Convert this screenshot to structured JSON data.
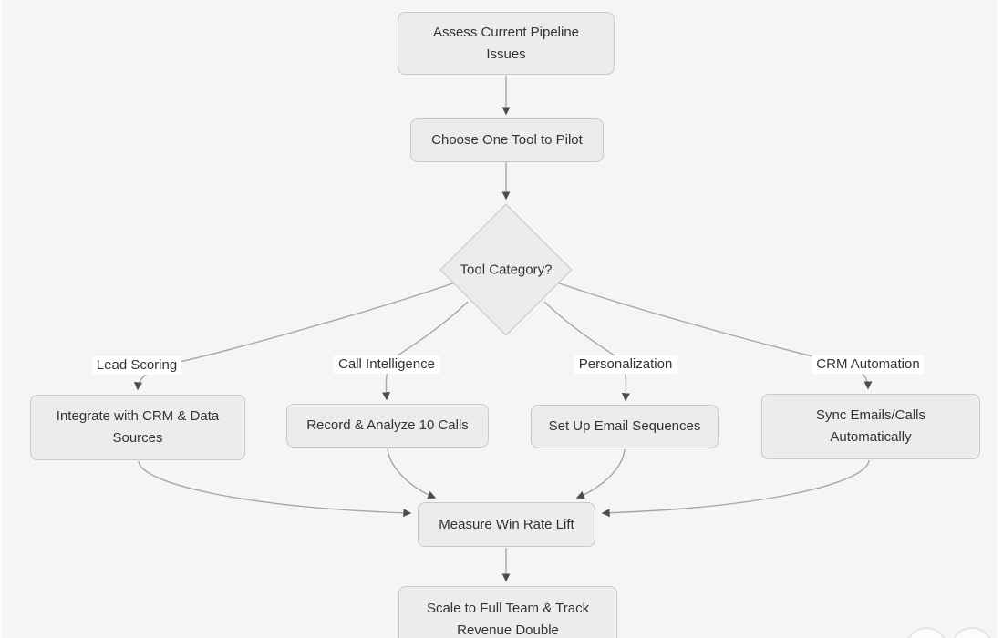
{
  "diagram": {
    "type": "flowchart",
    "direction": "top-down",
    "nodes": {
      "assess": {
        "label": "Assess Current Pipeline Issues",
        "shape": "rounded-rect"
      },
      "choose": {
        "label": "Choose One Tool to Pilot",
        "shape": "rounded-rect"
      },
      "decision": {
        "label": "Tool Category?",
        "shape": "diamond"
      },
      "integrate": {
        "label": "Integrate with CRM & Data Sources",
        "shape": "rounded-rect"
      },
      "record": {
        "label": "Record & Analyze 10 Calls",
        "shape": "rounded-rect"
      },
      "sequences": {
        "label": "Set Up Email Sequences",
        "shape": "rounded-rect"
      },
      "sync": {
        "label": "Sync Emails/Calls Automatically",
        "shape": "rounded-rect"
      },
      "measure": {
        "label": "Measure Win Rate Lift",
        "shape": "rounded-rect"
      },
      "scale": {
        "label": "Scale to Full Team & Track Revenue Double",
        "shape": "rounded-rect"
      }
    },
    "edge_labels": {
      "lead_scoring": "Lead Scoring",
      "call_intelligence": "Call Intelligence",
      "personalization": "Personalization",
      "crm_automation": "CRM Automation"
    },
    "edges": [
      {
        "from": "assess",
        "to": "choose"
      },
      {
        "from": "choose",
        "to": "decision"
      },
      {
        "from": "decision",
        "to": "integrate",
        "label": "Lead Scoring"
      },
      {
        "from": "decision",
        "to": "record",
        "label": "Call Intelligence"
      },
      {
        "from": "decision",
        "to": "sequences",
        "label": "Personalization"
      },
      {
        "from": "decision",
        "to": "sync",
        "label": "CRM Automation"
      },
      {
        "from": "integrate",
        "to": "measure"
      },
      {
        "from": "record",
        "to": "measure"
      },
      {
        "from": "sequences",
        "to": "measure"
      },
      {
        "from": "sync",
        "to": "measure"
      },
      {
        "from": "measure",
        "to": "scale"
      }
    ],
    "colors": {
      "canvas_background": "#f5f5f5",
      "node_fill": "#ececec",
      "node_border": "#c9c9c9",
      "edge_line": "#a6a6a6",
      "arrowhead": "#4d4d4d",
      "text": "#333333",
      "edge_label_background": "#ffffff"
    }
  },
  "viewer": {
    "bottom_right_controls_count": 2
  }
}
